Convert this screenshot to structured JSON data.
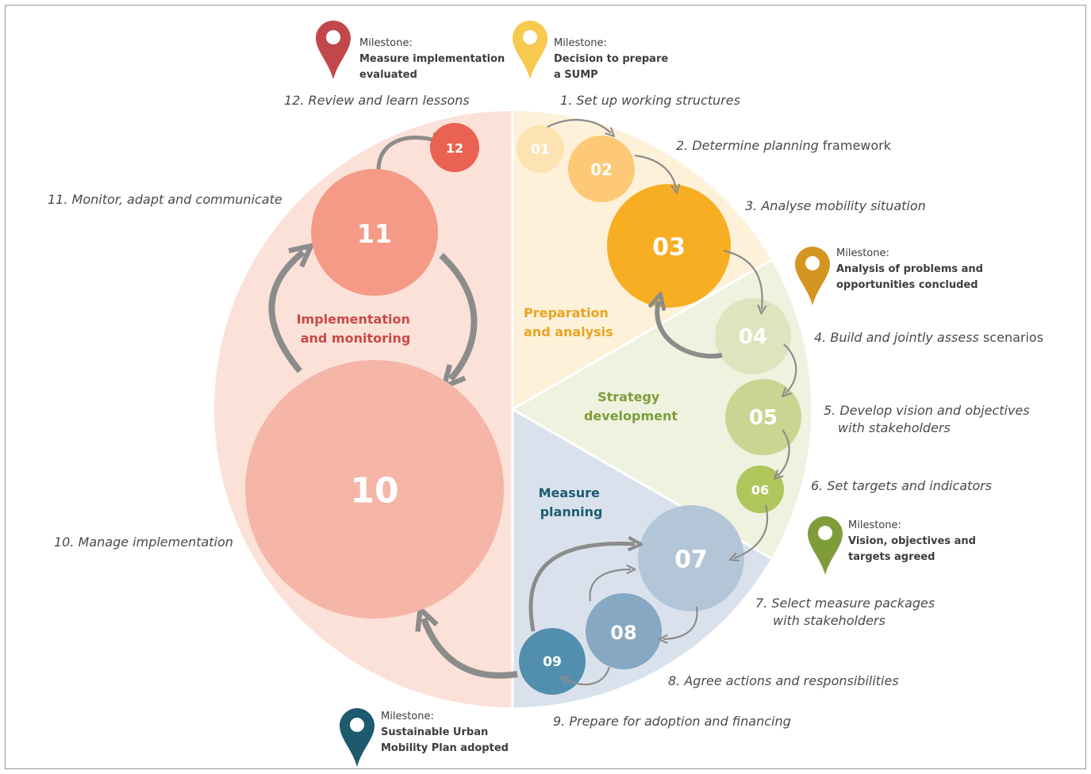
{
  "phases": {
    "preparation": {
      "line1": "Preparation",
      "line2": "and analysis",
      "color": "#e8a423"
    },
    "strategy": {
      "line1": "Strategy",
      "line2": "development",
      "color": "#7f9c3a"
    },
    "measure": {
      "line1": "Measure",
      "line2": "planning",
      "color": "#1d5c73"
    },
    "implementation": {
      "line1": "Implementation",
      "line2": "and monitoring",
      "color": "#c94a45"
    }
  },
  "numbers": [
    "01",
    "02",
    "03",
    "04",
    "05",
    "06",
    "07",
    "08",
    "09",
    "10",
    "11",
    "12"
  ],
  "steps": {
    "s1": {
      "line1": "1. Set up working structures"
    },
    "s2": {
      "italic": "2. Determine planning",
      "plain": " framework"
    },
    "s3": {
      "line1": "3. Analyse mobility situation"
    },
    "s4": {
      "italic": "4. Build and jointly assess",
      "plain": " scenarios"
    },
    "s5": {
      "line1": "5. Develop vision and objectives",
      "line2": "with stakeholders"
    },
    "s6": {
      "line1": "6. Set targets and indicators"
    },
    "s7": {
      "line1": "7. Select measure packages",
      "line2": "with stakeholders"
    },
    "s8": {
      "line1": "8. Agree actions and responsibilities"
    },
    "s9": {
      "line1": "9. Prepare for adoption and financing"
    },
    "s10": {
      "line1": "10. Manage implementation"
    },
    "s11": {
      "line1": "11. Monitor, adapt and communicate"
    },
    "s12": {
      "line1": "12. Review and learn lessons"
    }
  },
  "milestones": {
    "evaluated": {
      "head": "Milestone:",
      "line1": "Measure implementation",
      "line2": "evaluated",
      "color": "#c2474b",
      "icon": "map-pin-icon"
    },
    "decision": {
      "head": "Milestone:",
      "line1": "Decision to prepare",
      "line2": "a SUMP",
      "color": "#f7c94e",
      "icon": "map-pin-icon"
    },
    "analysis": {
      "head": "Milestone:",
      "line1": "Analysis of problems and",
      "line2": "opportunities concluded",
      "color": "#d49521",
      "icon": "map-pin-icon"
    },
    "vision": {
      "head": "Milestone:",
      "line1": "Vision, objectives and",
      "line2": "targets agreed",
      "color": "#7f9c3a",
      "icon": "map-pin-icon"
    },
    "adopted": {
      "head": "Milestone:",
      "line1": "Sustainable Urban",
      "line2": "Mobility Plan adopted",
      "color": "#1d5a6e",
      "icon": "map-pin-icon"
    }
  }
}
